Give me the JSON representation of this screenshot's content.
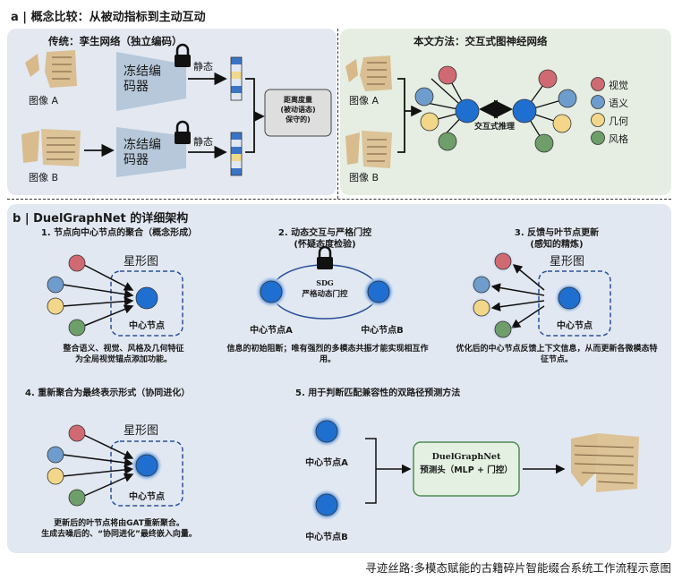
{
  "section_a": {
    "title": "a | 概念比较：从被动指标到主动互动",
    "left_title": "传统：孪生网络（独立编码）",
    "right_title": "本文方法：交互式图神经网络",
    "image_a": "图像 A",
    "image_b": "图像 B",
    "encoder_label": "冻结编码器",
    "encoder_line1": "冻结编",
    "encoder_line2": "码器",
    "static_label": "静态",
    "distance_box": [
      "距离度量",
      "(被动语态)",
      "保守的)"
    ],
    "interaction_label": "交互式推理",
    "legend": [
      {
        "label": "视觉",
        "color": "#d06a72"
      },
      {
        "label": "语义",
        "color": "#6e9ccc"
      },
      {
        "label": "几何",
        "color": "#f2d68a"
      },
      {
        "label": "风格",
        "color": "#6e9e6a"
      }
    ]
  },
  "section_b": {
    "title": "b | DuelGraphNet 的详细架构",
    "step1_title": "1. 节点向中心节点的聚合（概念形成）",
    "step1_desc": [
      "整合语义、视觉、风格及几何特征",
      "为全局视觉锚点添加功能。"
    ],
    "step2_title": [
      "2. 动态交互与严格门控",
      "(怀疑态度检验)"
    ],
    "step2_sdg": "SDG",
    "step2_gate": "严格动态门控",
    "step2_desc": [
      "信息的初始阻断；唯有强烈的多模态共振才能实现相互作",
      "用。"
    ],
    "step3_title": [
      "3. 反馈与叶节点更新",
      "(感知的精炼)"
    ],
    "step3_desc": [
      "优化后的中心节点反馈上下文信息，从而更新各微模态特",
      "征节点。"
    ],
    "step4_title": "4. 重新聚合为最终表示形式（协同进化）",
    "step4_desc": [
      "更新后的叶节点将由GAT重新聚合。",
      "生成去噪后的、“协同进化”最终嵌入向量。"
    ],
    "step5_title": "5. 用于判断匹配兼容性的双路径预测方法",
    "star_graph": "星形图",
    "center_node": "中心节点",
    "center_node_a": "中心节点A",
    "center_node_b": "中心节点B",
    "head_line1": "DuelGraphNet",
    "head_line2": "预测头（MLP + 门控）"
  },
  "caption": "寻迹丝路:多模态赋能的古籍碎片智能缀合系统工作流程示意图",
  "colors": {
    "panel_a_left": "#e3e8f1",
    "panel_a_right": "#e6eee3",
    "panel_b": "#e2e8f1",
    "center_blue": "#1f6fd0",
    "encoder": "#b6c8da"
  }
}
